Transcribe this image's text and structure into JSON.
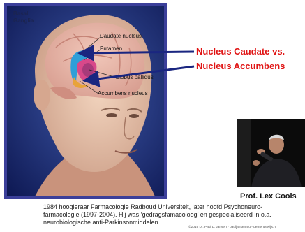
{
  "illustration": {
    "title_line1": "Basal",
    "title_line2": "Ganglia",
    "labels": {
      "caudate": "Caudate nucleus",
      "putamen": "Putamen",
      "globus": "Globus pallidus",
      "accumbens": "Accumbens nucleus"
    }
  },
  "callouts": {
    "line1": "Nucleus Caudate vs.",
    "line2": "Nucleus Accumbens",
    "color": "#e01414",
    "arrow_color": "#1a2680"
  },
  "person": {
    "caption": "Prof. Lex Cools"
  },
  "bio": {
    "line1": "1984 hoogleraar Farmacologie Radboud Universiteit, later hoofd Psychoneuro-",
    "line2": "farmacologie (1997-2004).  Hij was ‘gedragsfamacoloog’ en gespecialiseerd in o.a.",
    "line3": "neurobiologische anti-Parkinsonmiddelen."
  },
  "copyright": "©2019  Dr. Paul L. Jansen - pauljansen.eu - dementiewijs.nl"
}
